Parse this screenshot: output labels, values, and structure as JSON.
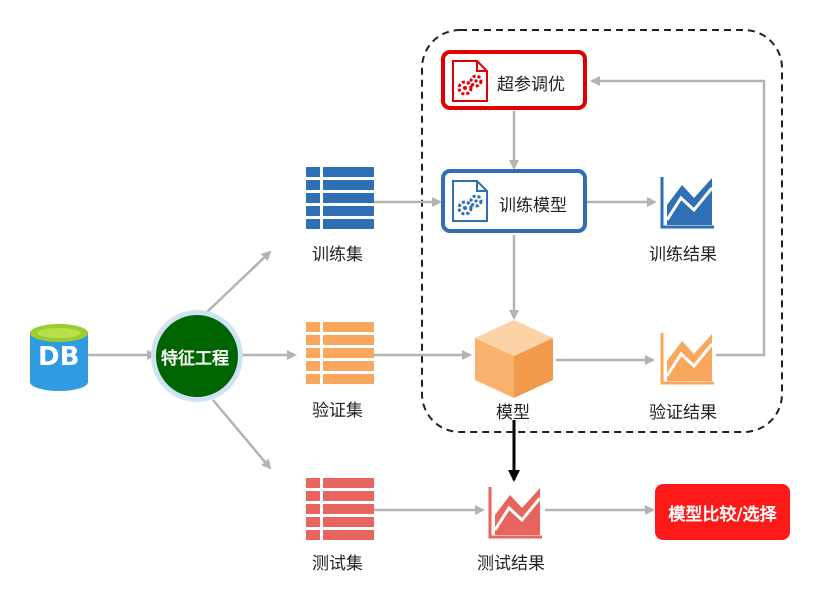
{
  "nodes": {
    "db": "DB",
    "feature_engineering": "特征工程",
    "hyperparam_tuning": "超参调优",
    "train_model": "训练模型",
    "train_set": "训练集",
    "val_set": "验证集",
    "test_set": "测试集",
    "model": "模型",
    "train_result": "训练结果",
    "val_result": "验证结果",
    "test_result": "测试结果",
    "model_compare": "模型比较/选择"
  },
  "colors": {
    "arrow": "#b3b3b3",
    "arrow_dark": "#000000",
    "db_blue": "#2f9be0",
    "db_green": "#9acd32",
    "feature_green": "#006400",
    "train_blue": "#2e6fb5",
    "val_orange": "#f8a75c",
    "test_red": "#e8655f",
    "tuning_red": "#e00000",
    "compare_red": "#ff1a1a",
    "model_orange": "#f9b26e"
  }
}
